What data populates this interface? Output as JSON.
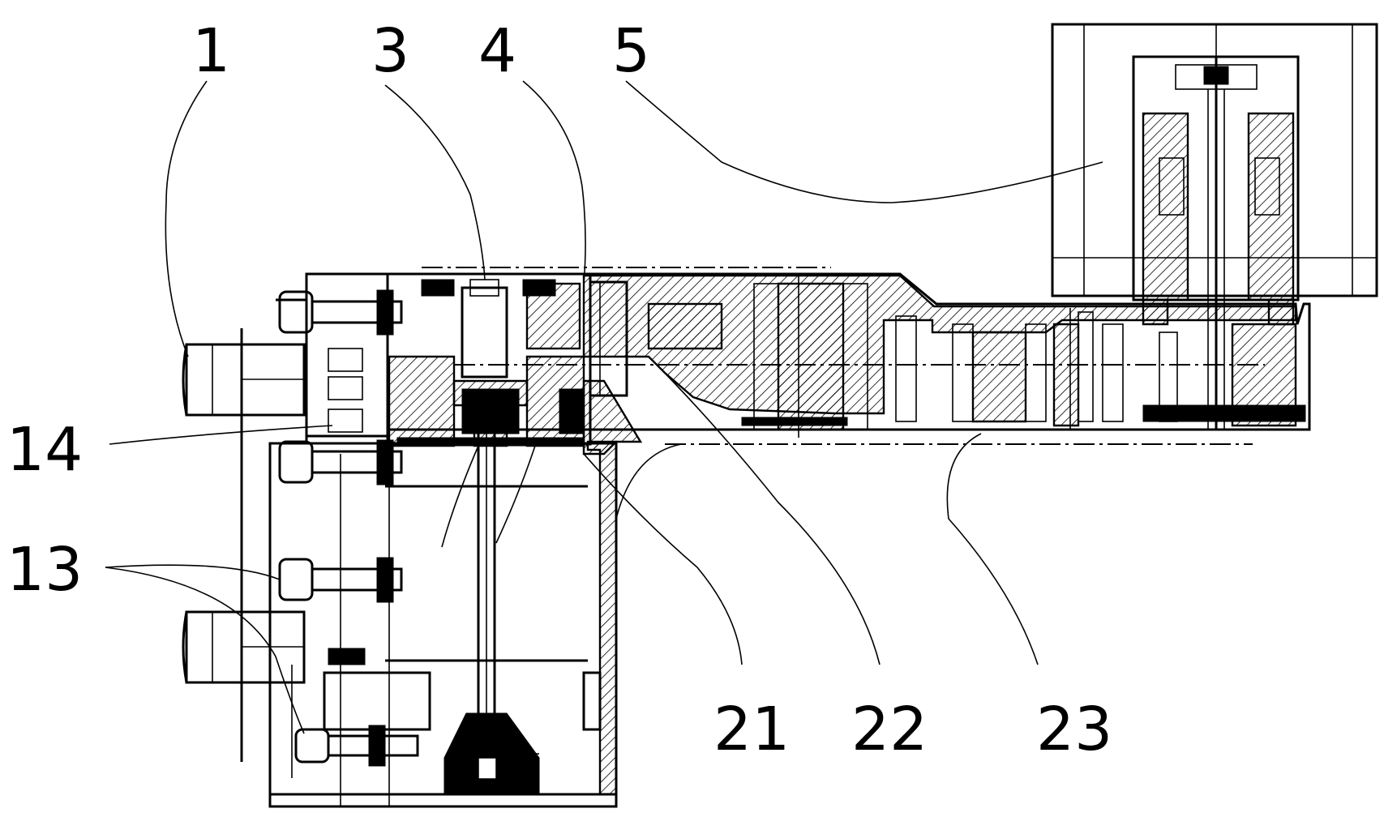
{
  "labels": {
    "l1": "1",
    "l3": "3",
    "l4": "4",
    "l5": "5",
    "l14": "14",
    "l13": "13",
    "l21": "21",
    "l22": "22",
    "l23": "23"
  },
  "colors": {
    "ink": "#000000",
    "paper": "#ffffff"
  }
}
